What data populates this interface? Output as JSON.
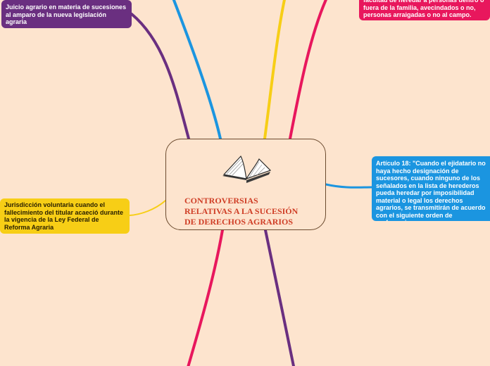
{
  "central_topic": {
    "title": "CONTROVERSIAS\nRELATIVAS A LA SUCESIÓN\nDE DERECHOS AGRARIOS",
    "icon": "open-book-icon"
  },
  "nodes": {
    "juicio": {
      "text": "Juicio agrario en materia de sucesiones al amparo de la nueva legislación agraria",
      "color": "#6a2f80"
    },
    "jurisdiccion": {
      "text": "Jurisdicción voluntaria cuando el fallecimiento del titular acaeció durante la vigencia de la Ley Federal de Reforma Agraria",
      "color": "#f7ce16"
    },
    "facultad": {
      "text": "facultad de heredar a personas dentro o fuera de la familia, avecindados o no, personas arraigadas o no al campo.",
      "color": "#e8175d"
    },
    "articulo": {
      "text": "Artículo 18: \"Cuando el ejidatario no haya hecho designación de sucesores, cuando ninguno de los señalados en la lista de herederos pueda heredar por imposibilidad material o legal los derechos agrarios, se transmitirán de acuerdo con el siguiente orden de preferencia:",
      "color": "#1b95e0"
    }
  },
  "colors": {
    "background": "#fde4ce",
    "central_border": "#6b4a2e",
    "central_text": "#cf3e26",
    "branch_purple": "#6a2f80",
    "branch_yellow": "#f7ce16",
    "branch_pink": "#e8175d",
    "branch_blue": "#1b95e0"
  }
}
